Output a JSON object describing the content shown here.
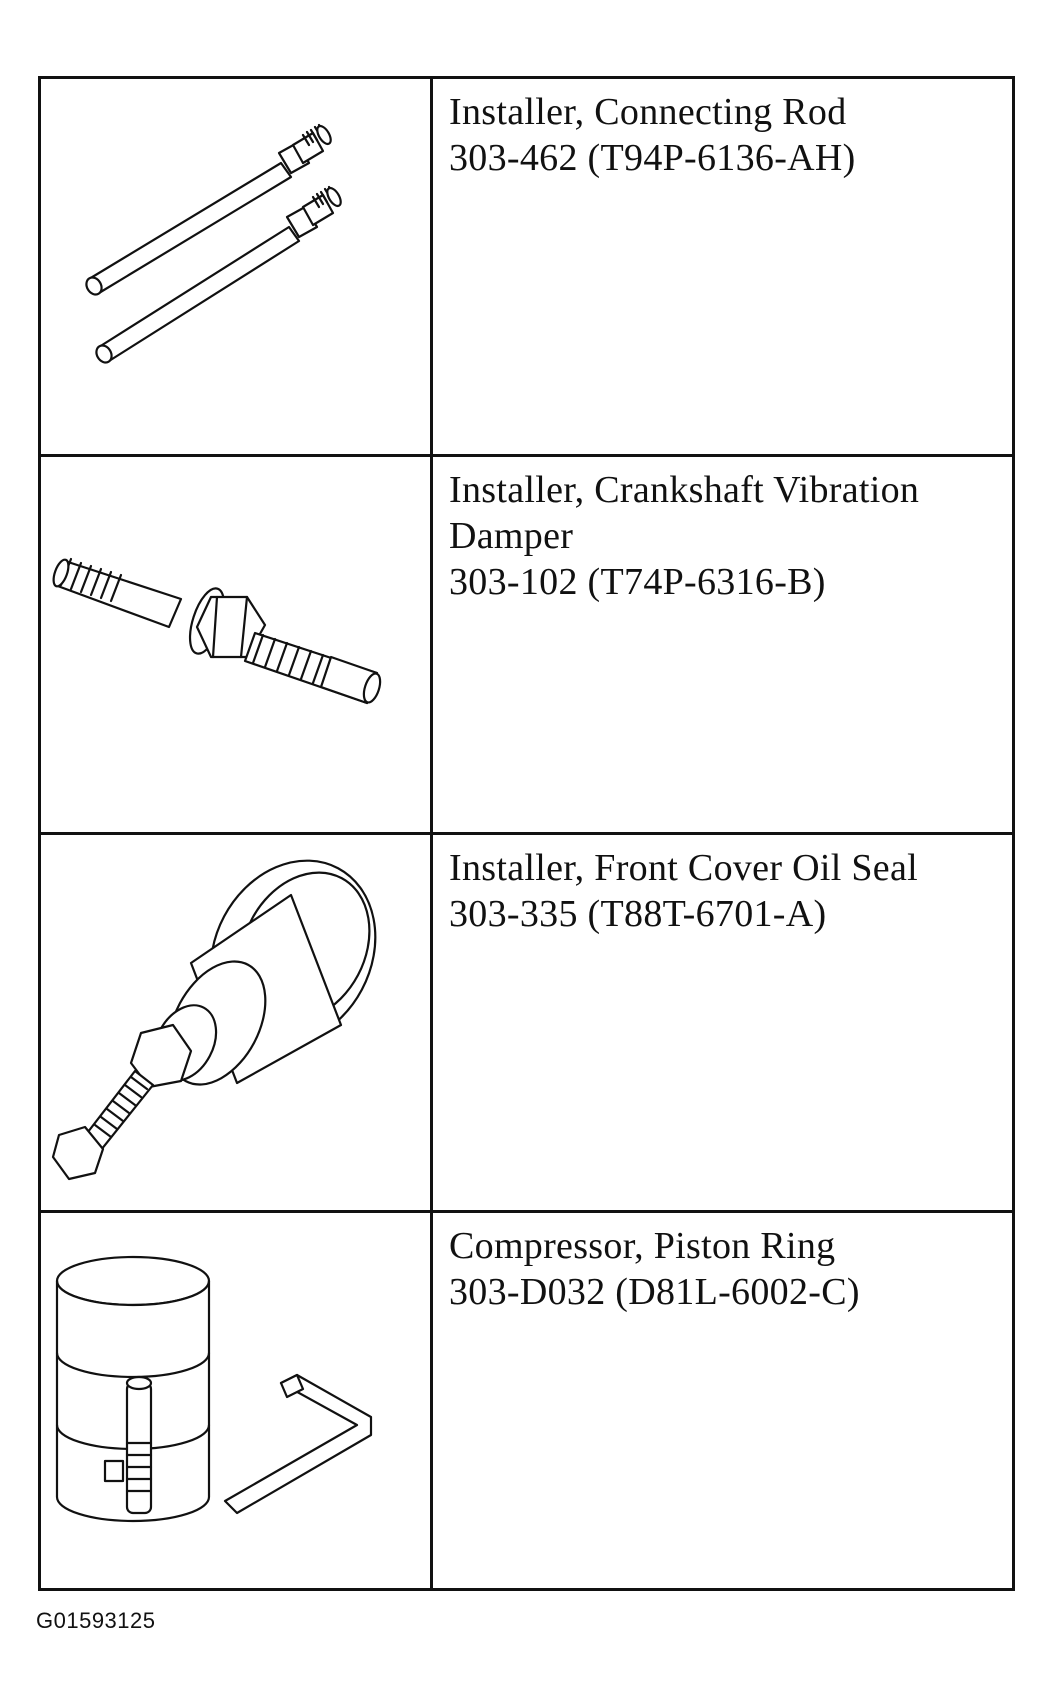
{
  "tools": [
    {
      "illustration": "connecting-rod-installer-illustration",
      "lines": [
        "Installer, Connecting Rod",
        "303-462 (T94P-6136-AH)"
      ]
    },
    {
      "illustration": "vibration-damper-installer-illustration",
      "lines": [
        "Installer, Crankshaft Vibration",
        "Damper",
        "303-102 (T74P-6316-B)"
      ]
    },
    {
      "illustration": "front-cover-seal-installer-illustration",
      "lines": [
        "Installer, Front Cover Oil Seal",
        "303-335 (T88T-6701-A)"
      ]
    },
    {
      "illustration": "piston-ring-compressor-illustration",
      "lines": [
        "Compressor, Piston Ring",
        "303-D032 (D81L-6002-C)"
      ]
    }
  ],
  "figure_id": "G01593125"
}
